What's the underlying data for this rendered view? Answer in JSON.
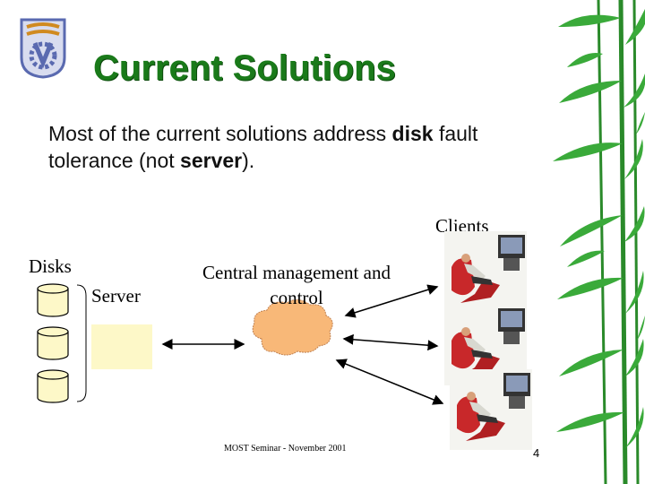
{
  "title": "Current Solutions",
  "body": {
    "p1": "Most of the current solutions address ",
    "b1": "disk",
    "p2": " fault tolerance (not ",
    "b2": "server",
    "p3": ")."
  },
  "diagram": {
    "clients_label": "Clients",
    "disks_label": "Disks",
    "server_label": "Server",
    "central_label": "Central management and control"
  },
  "footer": "MOST Seminar - November 2001",
  "page_number": "4",
  "colors": {
    "title": "#1a7a1a",
    "cloud": "#f8b878",
    "server_box": "#fdf8c8",
    "bamboo": "#2f9e2f"
  }
}
